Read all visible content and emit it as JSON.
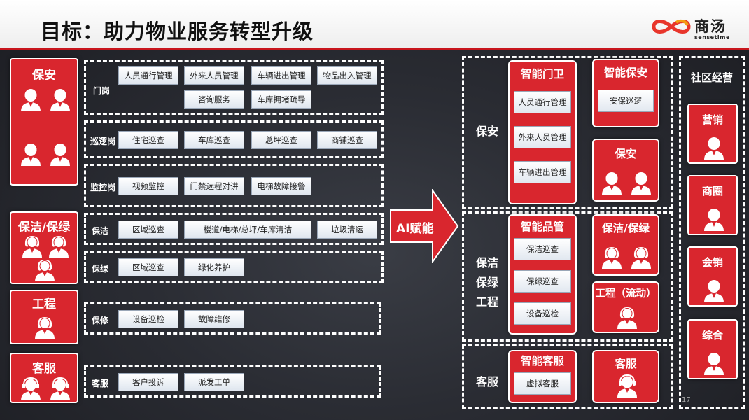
{
  "header": {
    "title": "目标：助力物业服务转型升级",
    "logo_cn": "商汤",
    "logo_en": "sensetime"
  },
  "left": {
    "categories": {
      "security": "保安",
      "cleaning": "保洁/保绿",
      "engineering": "工程",
      "service": "客服"
    },
    "rows": {
      "gate": {
        "label": "门岗",
        "tasks": [
          "人员通行管理",
          "外来人员管理",
          "车辆进出管理",
          "物品出入管理",
          "咨询服务",
          "车库拥堵疏导"
        ]
      },
      "patrol": {
        "label": "巡逻岗",
        "tasks": [
          "住宅巡查",
          "车库巡查",
          "总坪巡查",
          "商铺巡查"
        ]
      },
      "monitor": {
        "label": "监控岗",
        "tasks": [
          "视频监控",
          "门禁远程对讲",
          "电梯故障接警"
        ]
      },
      "clean": {
        "label": "保洁",
        "tasks": [
          "区域巡查",
          "楼道/电梯/总坪/车库清洁",
          "垃圾清运"
        ]
      },
      "green": {
        "label": "保绿",
        "tasks": [
          "区域巡查",
          "绿化养护"
        ]
      },
      "repair": {
        "label": "保修",
        "tasks": [
          "设备巡检",
          "故障维修"
        ]
      },
      "cs": {
        "label": "客服",
        "tasks": [
          "客户投诉",
          "派发工单"
        ]
      }
    }
  },
  "arrow": {
    "label": "AI赋能"
  },
  "right": {
    "security_label": "保安",
    "cleaning_labels": [
      "保洁",
      "保绿",
      "工程"
    ],
    "service_label": "客服",
    "smart_gate": {
      "title": "智能门卫",
      "tasks": [
        "人员通行管理",
        "外来人员管理",
        "车辆进出管理"
      ]
    },
    "smart_security": {
      "title": "智能保安",
      "tasks": [
        "安保巡逻"
      ]
    },
    "security_card": "保安",
    "smart_quality": {
      "title": "智能品管",
      "tasks": [
        "保洁巡查",
        "保绿巡查",
        "设备巡检"
      ]
    },
    "cleaning_card": "保洁/保绿",
    "engineering_card": "工程（流动）",
    "smart_service": {
      "title": "智能客服",
      "tasks": [
        "虚拟客服"
      ]
    },
    "service_card": "客服"
  },
  "community": {
    "title": "社区经营",
    "items": [
      "营销",
      "商圈",
      "会销",
      "综合"
    ]
  },
  "page_number": "17",
  "colors": {
    "accent_red": "#d9262e",
    "title_bar": "#ffffff",
    "background": "#2a2c33"
  }
}
